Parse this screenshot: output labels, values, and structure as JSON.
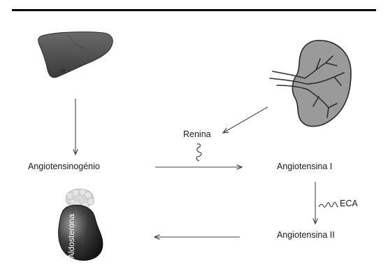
{
  "labels": {
    "source": "Angiotensinogénio",
    "renin": "Renina",
    "ang1": "Angiotensina I",
    "ace": "ECA",
    "ang2": "Angiotensina II",
    "adrenal": "Aldosterona"
  },
  "colors": {
    "liver": "#555555",
    "kidney_fill": "#9a9a9a",
    "kidney_outline": "#2a2a2a",
    "adrenal_dark": "#1e1e1e",
    "arrow": "#444444",
    "rule": "#000000"
  },
  "icons": [
    "liver-icon",
    "kidney-icon",
    "adrenal-gland-icon",
    "renin-squiggle-icon",
    "ace-squiggle-icon"
  ]
}
